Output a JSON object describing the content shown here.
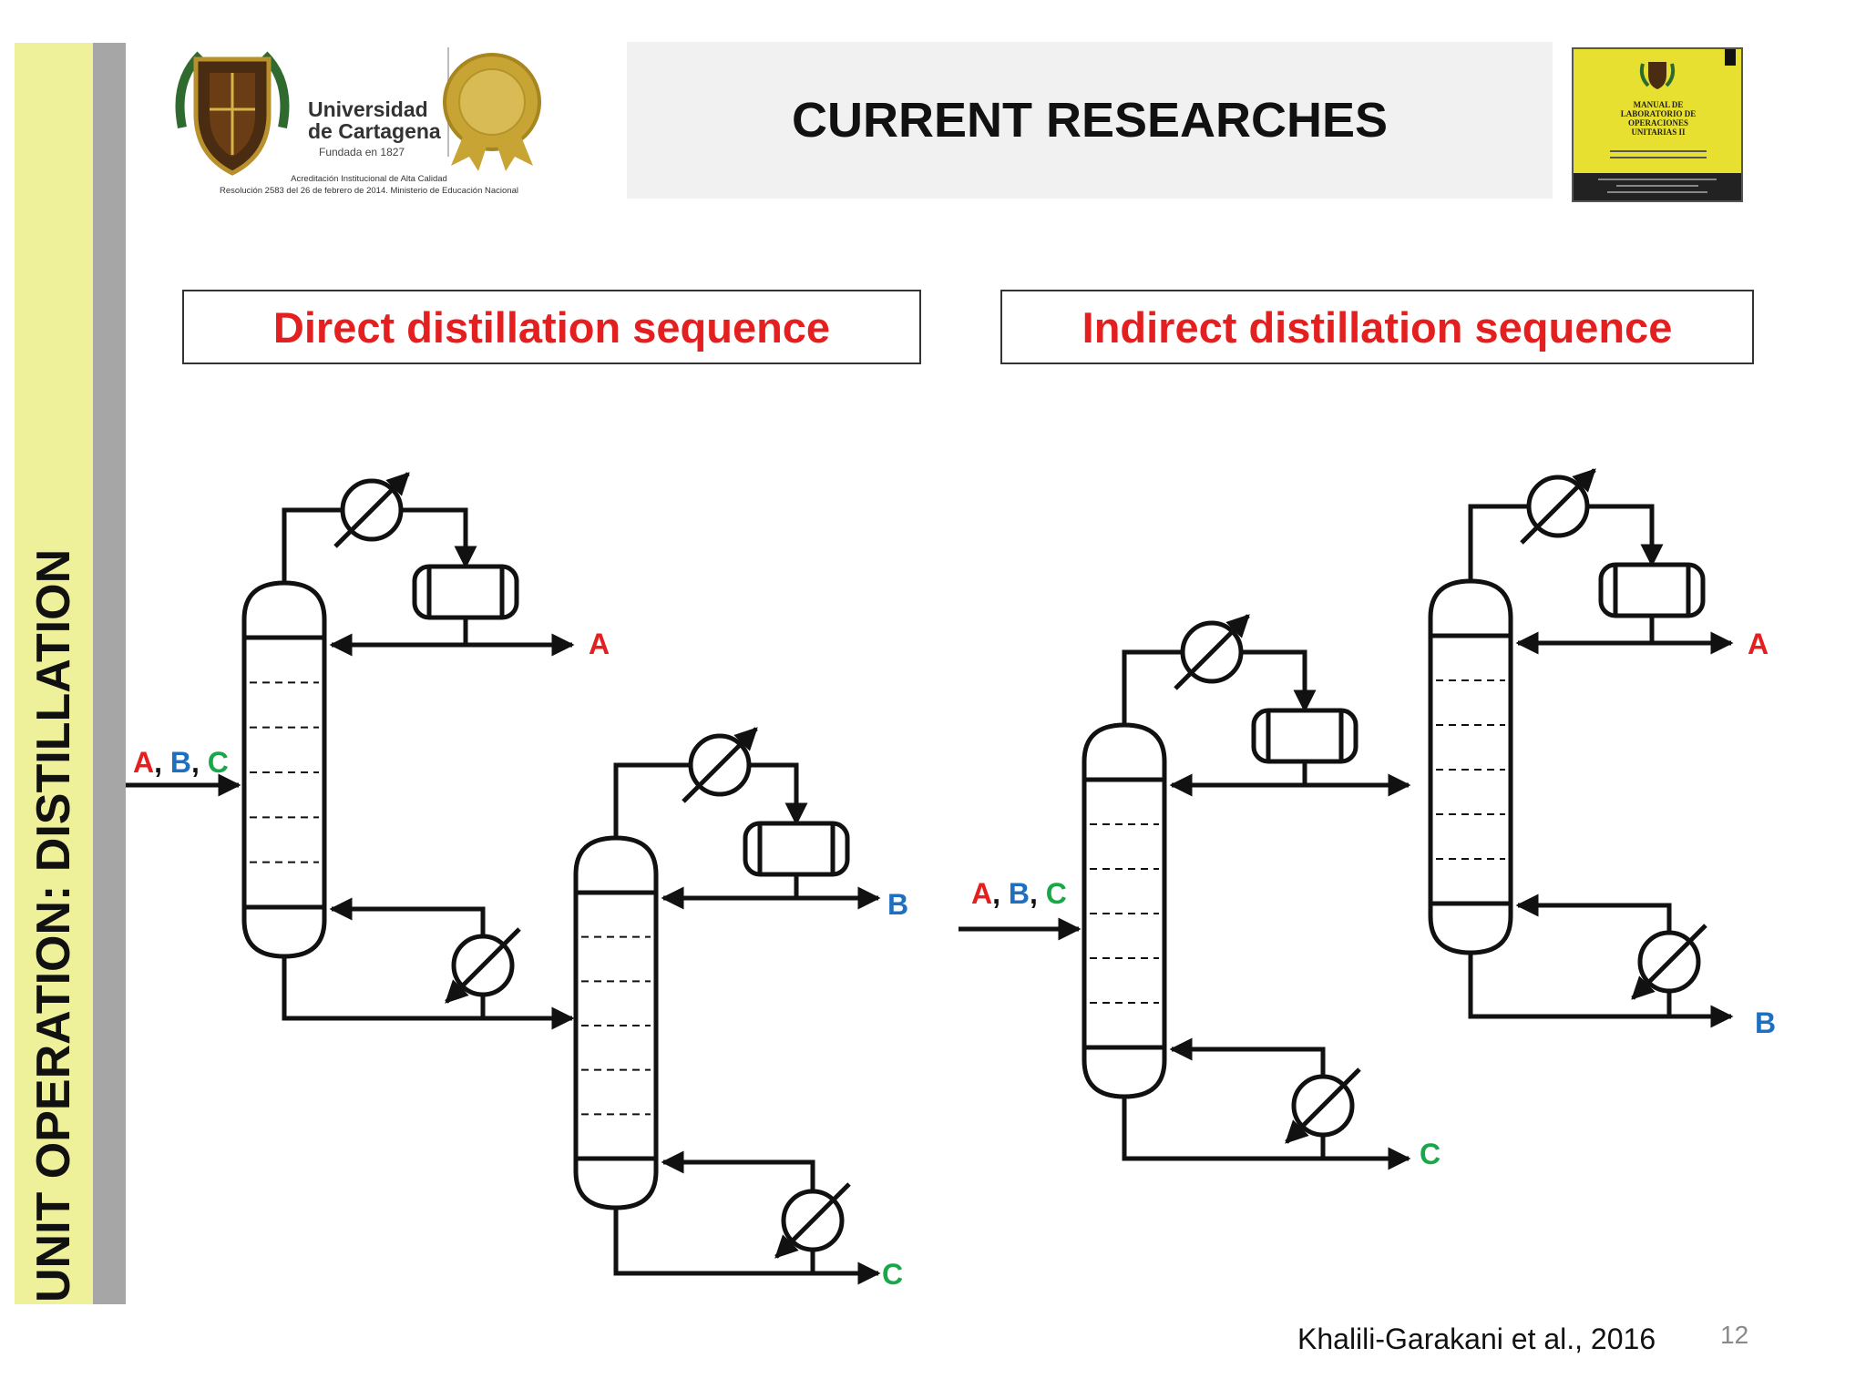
{
  "sidebar": {
    "label": "UNIT OPERATION: DISTILLATION"
  },
  "header": {
    "title": "CURRENT RESEARCHES",
    "university": {
      "name_line1": "Universidad",
      "name_line2": "de Cartagena",
      "founded": "Fundada en 1827",
      "accreditation_line1": "Acreditación Institucional de Alta Calidad",
      "accreditation_line2": "Resolución 2583 del 26 de febrero de 2014. Ministerio de Educación Nacional"
    },
    "book": {
      "title_line1": "MANUAL DE",
      "title_line2": "LABORATORIO DE",
      "title_line3": "OPERACIONES",
      "title_line4": "UNITARIAS II"
    }
  },
  "sequences": {
    "direct": {
      "title": "Direct distillation sequence",
      "feed_labels": [
        "A",
        "B",
        "C"
      ],
      "product_labels": [
        "A",
        "B",
        "C"
      ]
    },
    "indirect": {
      "title": "Indirect distillation sequence",
      "feed_labels": [
        "A",
        "B",
        "C"
      ],
      "product_labels": [
        "A",
        "B",
        "C"
      ]
    },
    "separator": ", "
  },
  "colors": {
    "A": "#e41f1f",
    "B": "#1f6fc0",
    "C": "#18a84a",
    "sidebar_yellow": "#eef09a",
    "sidebar_gray": "#a6a6a6",
    "title_box": "#f1f1f1"
  },
  "footer": {
    "citation": "Khalili-Garakani et al., 2016",
    "page_number": "12"
  }
}
